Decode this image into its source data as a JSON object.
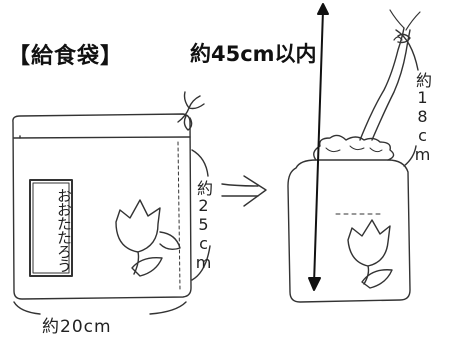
{
  "title": "【給食袋】",
  "drawstring_length": "約45cm以内",
  "bag_height": "約25cm",
  "bag_width": "約20cm",
  "string_length": "約18cm",
  "name_tag": "おおたたろう"
}
